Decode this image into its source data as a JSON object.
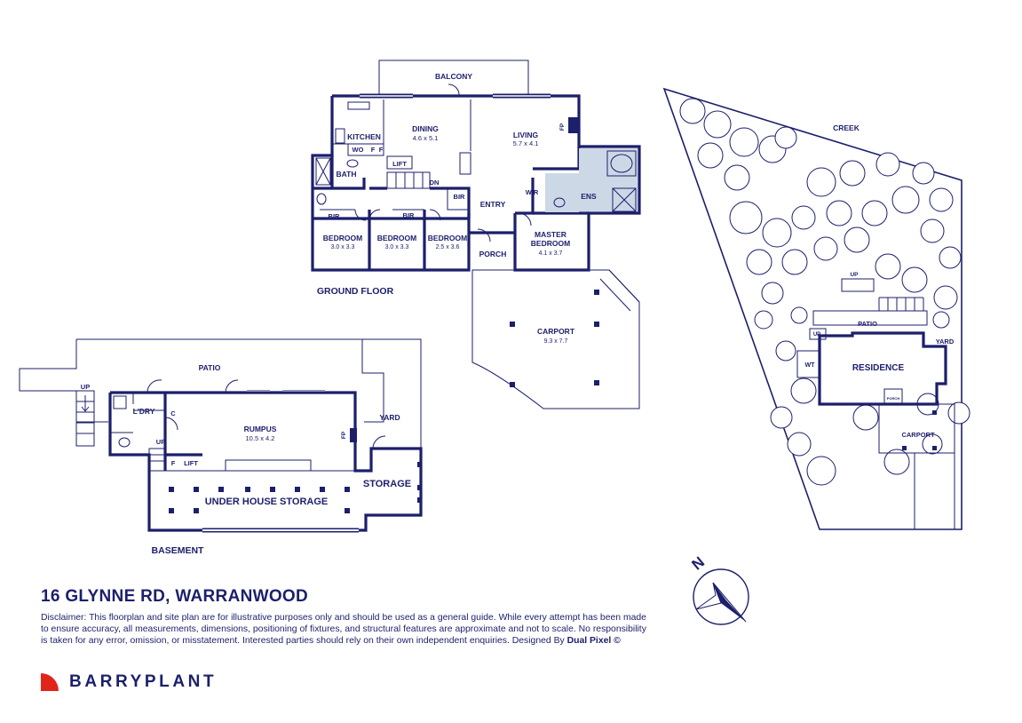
{
  "colors": {
    "ink": "#1c1f6b",
    "fill_wet": "#cdd8e6",
    "brand_red": "#e2231a"
  },
  "ground_floor": {
    "title": "GROUND FLOOR",
    "balcony": "BALCONY",
    "kitchen": "KITCHEN",
    "wo": "WO",
    "f1": "F",
    "f2": "F",
    "lift": "LIFT",
    "dn": "DN",
    "bath": "BATH",
    "dining": {
      "name": "DINING",
      "dim": "4.6 x 5.1"
    },
    "living": {
      "name": "LIVING",
      "dim": "5.7 x 4.1"
    },
    "fp": "FP",
    "bir1": "BIR",
    "bir2": "BIR",
    "bir3": "BIR",
    "wir": "WIR",
    "ens": "ENS",
    "entry": "ENTRY",
    "porch": "PORCH",
    "bedroom1": {
      "name": "BEDROOM",
      "dim": "3.0 x 3.3"
    },
    "bedroom2": {
      "name": "BEDROOM",
      "dim": "3.0 x 3.3"
    },
    "bedroom3": {
      "name": "BEDROOM",
      "dim": "2.5 x 3.6"
    },
    "master": {
      "name1": "MASTER",
      "name2": "BEDROOM",
      "dim": "4.1 x 3.7"
    },
    "carport": {
      "name": "CARPORT",
      "dim": "9.3 x 7.7"
    }
  },
  "basement": {
    "title": "BASEMENT",
    "patio": "PATIO",
    "up1": "UP",
    "up2": "UP",
    "ldry": "L'DRY",
    "c": "C",
    "f": "F",
    "lift": "LIFT",
    "rumpus": {
      "name": "RUMPUS",
      "dim": "10.5  x 4.2"
    },
    "fp": "FP",
    "yard": "YARD",
    "storage": "STORAGE",
    "under_house": "UNDER HOUSE STORAGE"
  },
  "site": {
    "creek": "CREEK",
    "up": "UP",
    "patio": "PATIO",
    "up2": "UP",
    "yard": "YARD",
    "wt": "WT",
    "residence": "RESIDENCE",
    "porch": "PORCH",
    "carport": "CARPORT",
    "compass": "N"
  },
  "footer": {
    "address": "16 GLYNNE RD, WARRANWOOD",
    "disclaimer": "Disclaimer: This floorplan and site plan are for illustrative purposes only and should be used as a general guide. While every attempt has been made to ensure accuracy, all measurements, dimensions, positioning of fixtures, and structural features are approximate and not to scale. No responsibility is taken for any error, omission, or misstatement. Interested parties should rely on their own independent enquiries. Designed By",
    "designer": "Dual Pixel ©",
    "brand": "BARRYPLANT",
    "brand_icon": "quarter-circle-logo-icon"
  }
}
